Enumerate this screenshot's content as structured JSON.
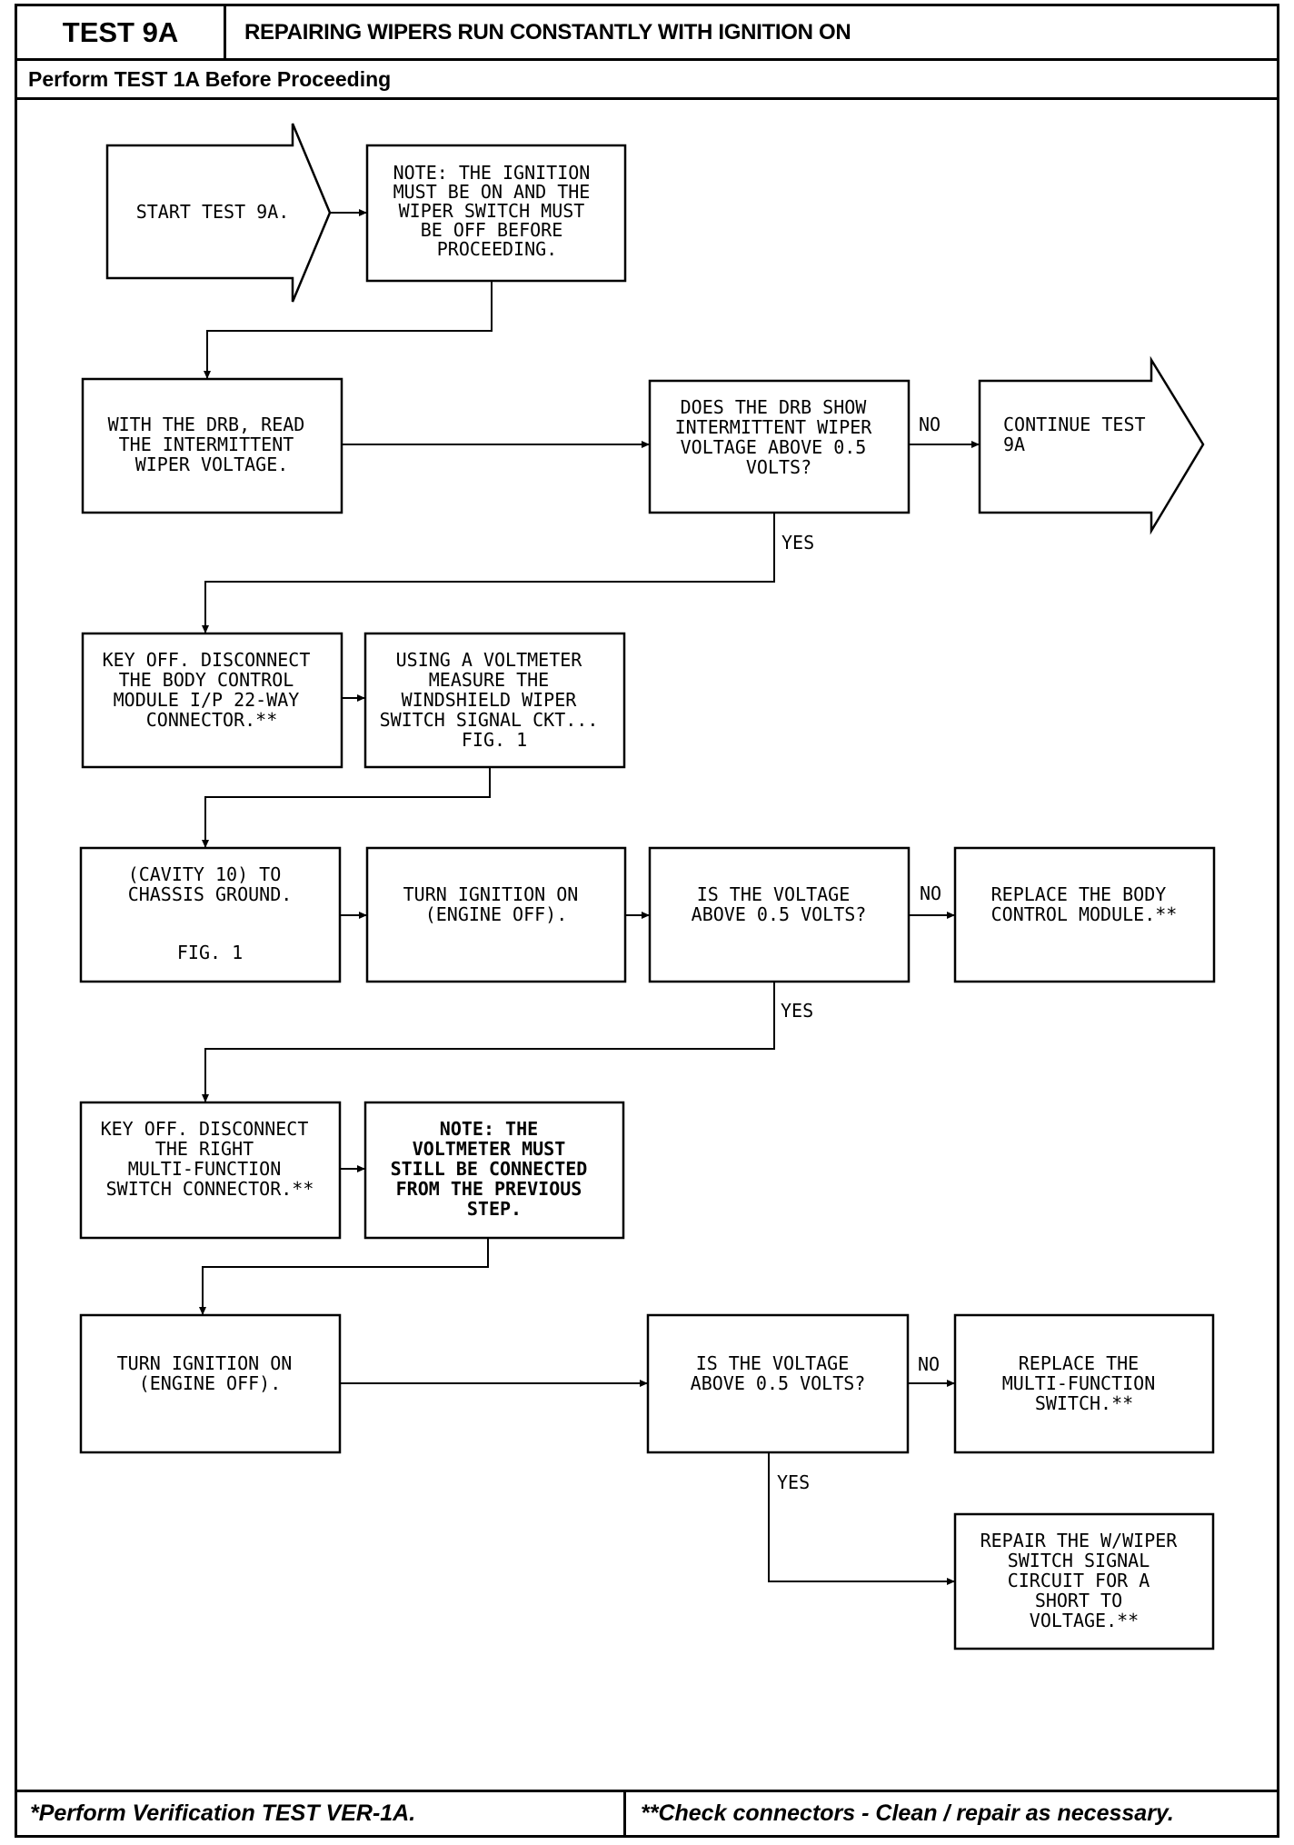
{
  "header": {
    "test_id": "TEST 9A",
    "title": "REPAIRING WIPERS RUN CONSTANTLY WITH IGNITION ON",
    "prerequisite": "Perform TEST 1A Before Proceeding"
  },
  "footer": {
    "left_note": "*Perform Verification TEST VER-1A.",
    "right_note": "**Check connectors - Clean / repair as necessary."
  },
  "flowchart": {
    "start": [
      "START TEST 9A."
    ],
    "note_ignition": [
      "NOTE: THE IGNITION",
      "MUST BE ON AND THE",
      "WIPER SWITCH MUST",
      "BE OFF BEFORE",
      "PROCEEDING."
    ],
    "read_voltage": [
      "WITH THE DRB, READ",
      "THE INTERMITTENT",
      "WIPER VOLTAGE."
    ],
    "q_drb_voltage": [
      "DOES THE DRB SHOW",
      "INTERMITTENT WIPER",
      "VOLTAGE ABOVE 0.5",
      "VOLTS?"
    ],
    "continue": [
      "CONTINUE TEST",
      "9A"
    ],
    "disconnect_bcm": [
      "KEY OFF. DISCONNECT",
      "THE BODY CONTROL",
      "MODULE I/P 22-WAY",
      "CONNECTOR.**"
    ],
    "measure_signal": [
      "USING A VOLTMETER",
      "MEASURE THE",
      "WINDSHIELD WIPER",
      "SWITCH SIGNAL CKT...",
      "FIG. 1"
    ],
    "cavity_ground": [
      "(CAVITY 10) TO",
      "CHASSIS GROUND."
    ],
    "cavity_fig": "FIG. 1",
    "ignition_on_1": [
      "TURN IGNITION ON",
      "(ENGINE OFF)."
    ],
    "q_voltage_1": [
      "IS THE VOLTAGE",
      "ABOVE 0.5 VOLTS?"
    ],
    "replace_bcm": [
      "REPLACE THE BODY",
      "CONTROL MODULE.**"
    ],
    "disconnect_mfs": [
      "KEY OFF. DISCONNECT",
      "THE RIGHT",
      "MULTI-FUNCTION",
      "SWITCH CONNECTOR.**"
    ],
    "note_voltmeter": [
      "NOTE: THE",
      "VOLTMETER MUST",
      "STILL BE CONNECTED",
      "FROM THE PREVIOUS",
      "STEP."
    ],
    "ignition_on_2": [
      "TURN IGNITION ON",
      "(ENGINE OFF)."
    ],
    "q_voltage_2": [
      "IS THE VOLTAGE",
      "ABOVE 0.5 VOLTS?"
    ],
    "replace_mfs": [
      "REPLACE THE",
      "MULTI-FUNCTION",
      "SWITCH.**"
    ],
    "repair_circuit": [
      "REPAIR THE W/WIPER",
      "SWITCH SIGNAL",
      "CIRCUIT FOR A",
      "SHORT TO",
      "VOLTAGE.**"
    ],
    "labels": {
      "no": "NO",
      "yes": "YES"
    }
  }
}
